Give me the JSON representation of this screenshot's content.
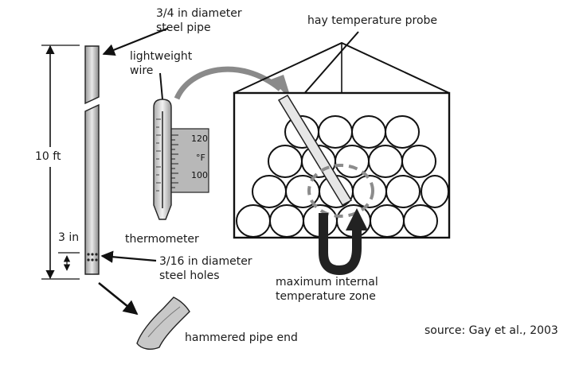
{
  "labels": {
    "pipe_diameter": [
      "3/4 in diameter",
      "steel pipe"
    ],
    "lightweight_wire": [
      "lightweight",
      "wire"
    ],
    "hay_probe": "hay temperature probe",
    "length": "10 ft",
    "hole_spacing": "3 in",
    "thermometer": "thermometer",
    "holes": [
      "3/16 in diameter",
      "steel holes"
    ],
    "max_zone": [
      "maximum internal",
      "temperature zone"
    ],
    "hammered_end": "hammered pipe end",
    "source": "source: Gay et al., 2003"
  },
  "thermometer_scale": {
    "ticks": [
      "120",
      "°F",
      "100"
    ]
  }
}
